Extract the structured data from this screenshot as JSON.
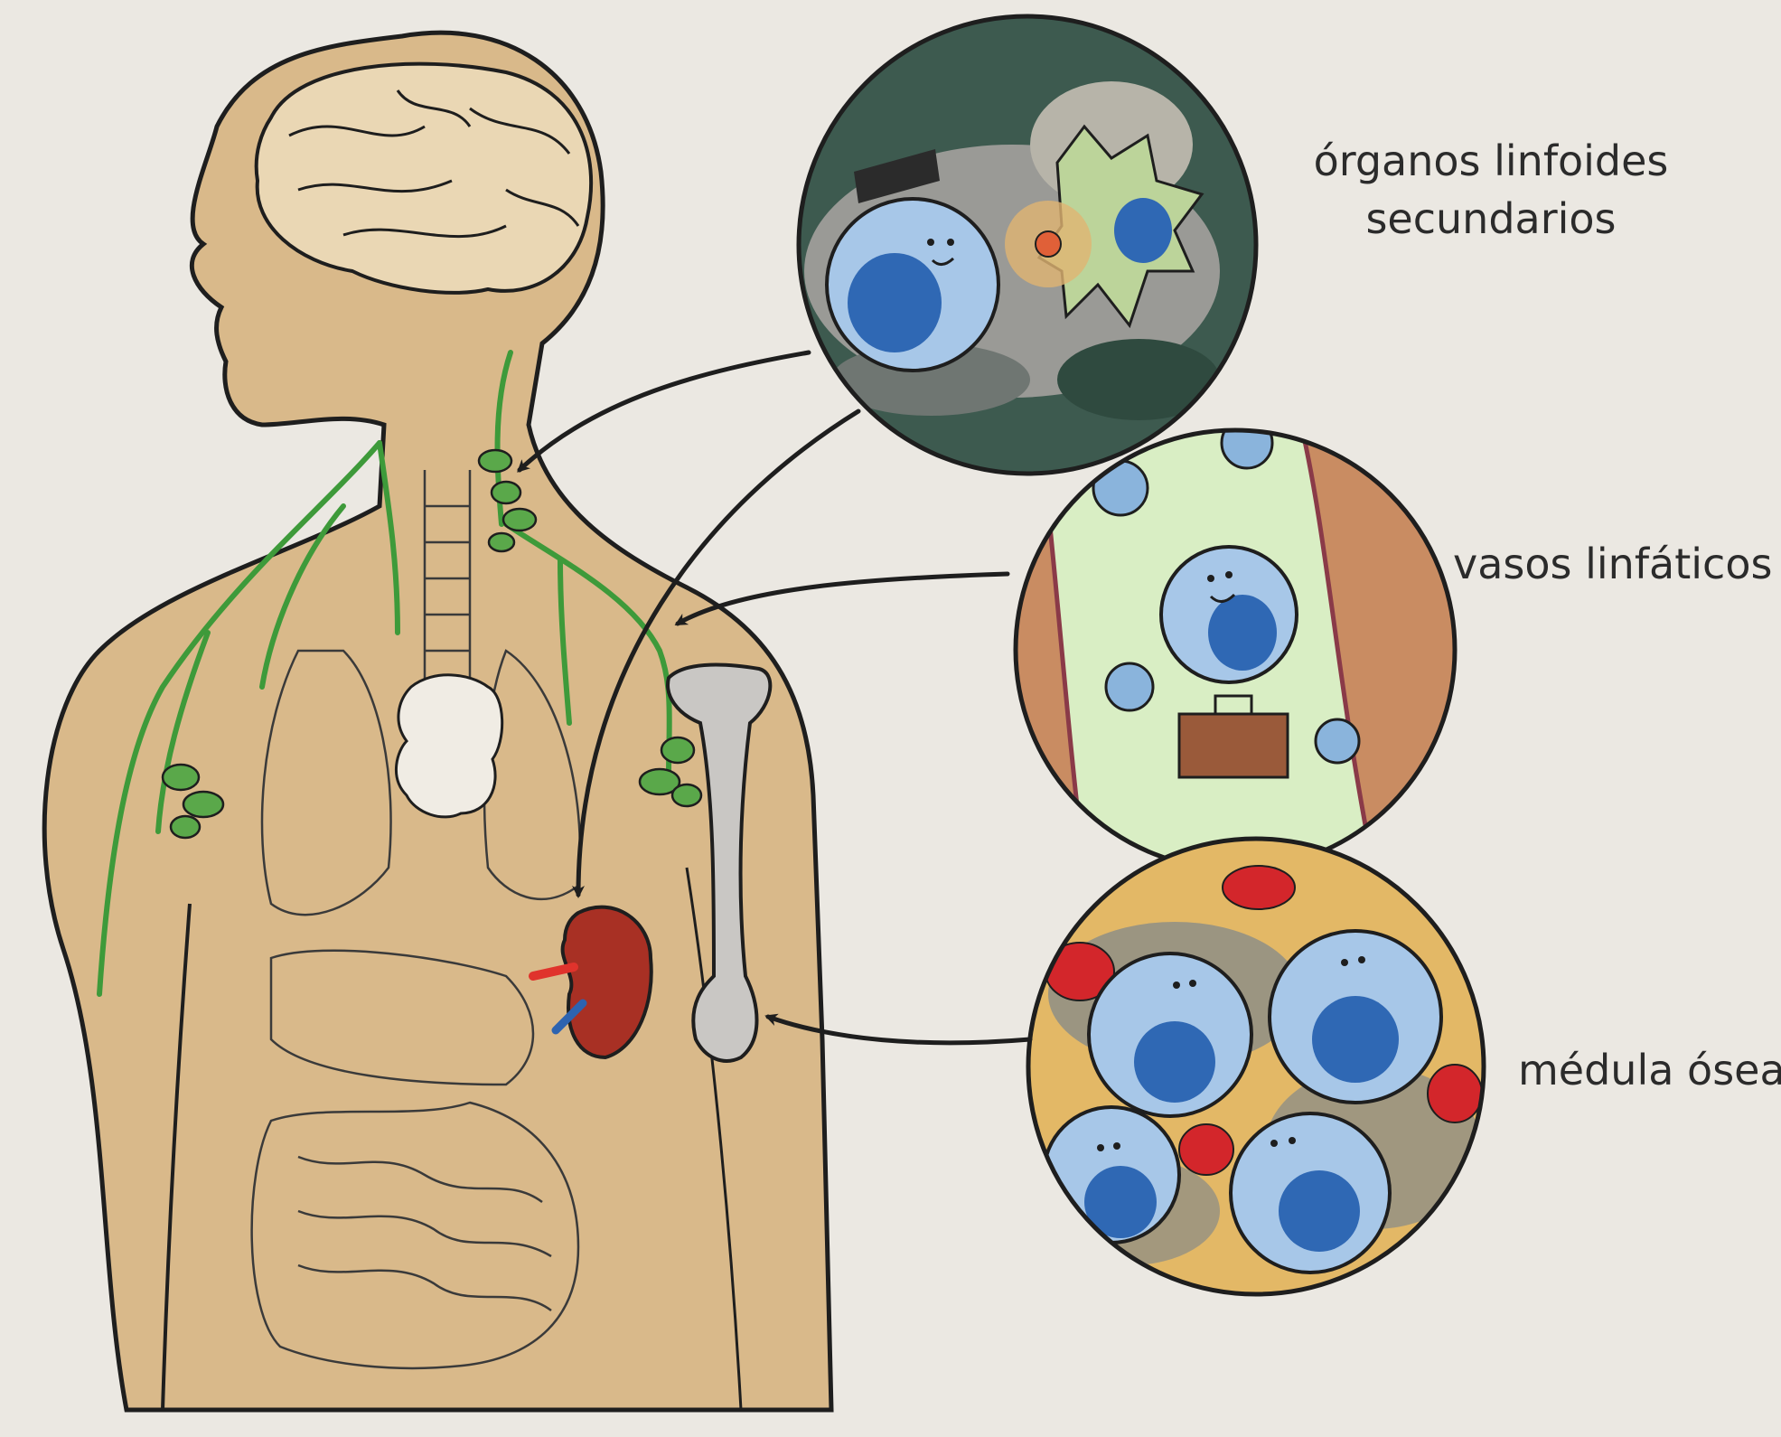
{
  "labels": {
    "secondary_organs_line1": "órganos linfoides",
    "secondary_organs_line2": "secundarios",
    "lymph_vessels": "vasos linfáticos",
    "bone_marrow": "médula ósea"
  },
  "colors": {
    "paper": "#ebe8e2",
    "skin": "#d9b98a",
    "lymph": "#3e9a3a",
    "cell_outer": "#8ab4dc",
    "cell_nucleus": "#2f68b4",
    "red_cell": "#d3262b",
    "ink": "#1e1e1e"
  }
}
